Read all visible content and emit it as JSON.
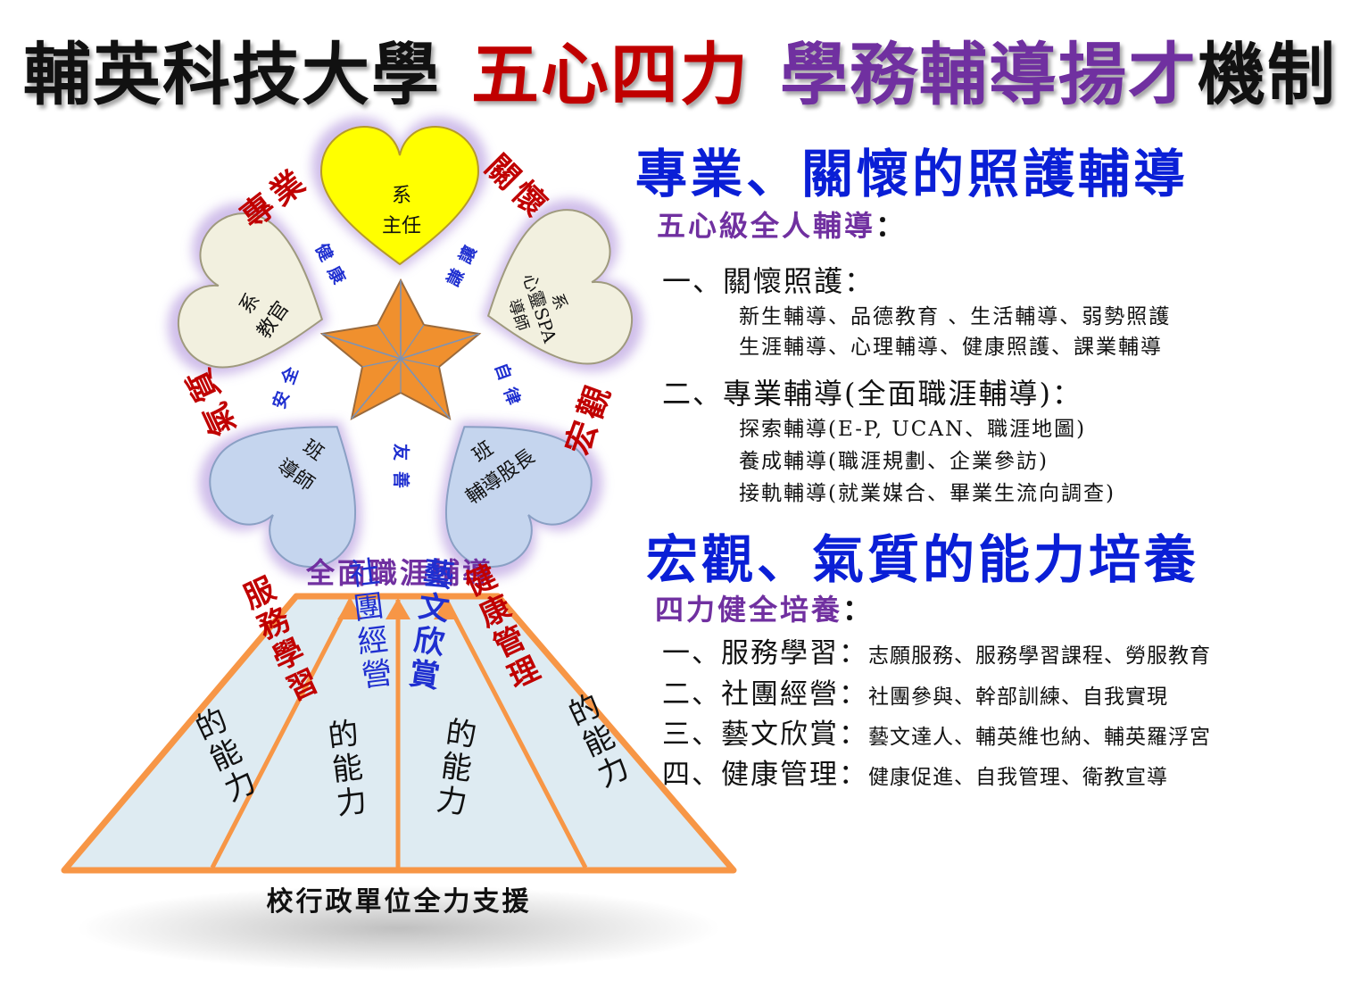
{
  "title": {
    "part1": "輔英科技大學",
    "part2": "五心四力",
    "part3": "學務輔導揚才",
    "part4": "機制"
  },
  "flower": {
    "petal_top": [
      "系",
      "主任"
    ],
    "petal_upper_left": [
      "系",
      "教官"
    ],
    "petal_upper_right": [
      "系",
      "心靈SPA",
      "導師"
    ],
    "petal_lower_left": [
      "班",
      "導師"
    ],
    "petal_lower_right": [
      "班",
      "輔導股長"
    ],
    "virtue_health": "健康",
    "virtue_respect": "謙讓",
    "virtue_safety": "安全",
    "virtue_discipline": "自律",
    "virtue_friendly": "友善",
    "ring_professional": "專業",
    "ring_care": "關懷",
    "ring_temperament": "氣質",
    "ring_macro": "宏觀",
    "base_label": "全面職涯輔導"
  },
  "pyramid": {
    "col1": {
      "main": "服務學習",
      "suffix": "的能力"
    },
    "col2": {
      "main": "社團經營",
      "suffix": "的能力"
    },
    "col3": {
      "main": "藝文欣賞",
      "suffix": "的能力"
    },
    "col4": {
      "main": "健康管理",
      "suffix": "的能力"
    },
    "footer": "校行政單位全力支援"
  },
  "section1": {
    "heading": "專業、關懷的照護輔導",
    "sub": "五心級全人輔導",
    "sub_colon": "：",
    "item1_title": "一、關懷照護：",
    "item1_line1": "新生輔導、品德教育 、生活輔導、弱勢照護",
    "item1_line2": "生涯輔導、心理輔導、健康照護、課業輔導",
    "item2_title": "二、專業輔導(全面職涯輔導)：",
    "item2_line1": "探索輔導(E-P, UCAN、職涯地圖)",
    "item2_line2": "養成輔導(職涯規劃、企業參訪)",
    "item2_line3": "接軌輔導(就業媒合、畢業生流向調查)"
  },
  "section2": {
    "heading": "宏觀、氣質的能力培養",
    "sub": "四力健全培養",
    "sub_colon": "：",
    "items": [
      {
        "title": "一、服務學習：",
        "desc": "志願服務、服務學習課程、勞服教育"
      },
      {
        "title": "二、社團經營：",
        "desc": "社團參與、幹部訓練、自我實現"
      },
      {
        "title": "三、藝文欣賞：",
        "desc": "藝文達人、輔英維也納、輔英羅浮宮"
      },
      {
        "title": "四、健康管理：",
        "desc": "健康促進、自我管理、衛教宣導"
      }
    ]
  },
  "colors": {
    "blue": "#0a1fd6",
    "purple": "#7030a0",
    "red": "#c00000",
    "orange": "#f79646",
    "star": "#f0902e",
    "heart_yellow": "#ffff00",
    "heart_cream": "#f2f0df",
    "heart_blue": "#c5d5ee",
    "pyramid_fill": "#deebf2"
  }
}
